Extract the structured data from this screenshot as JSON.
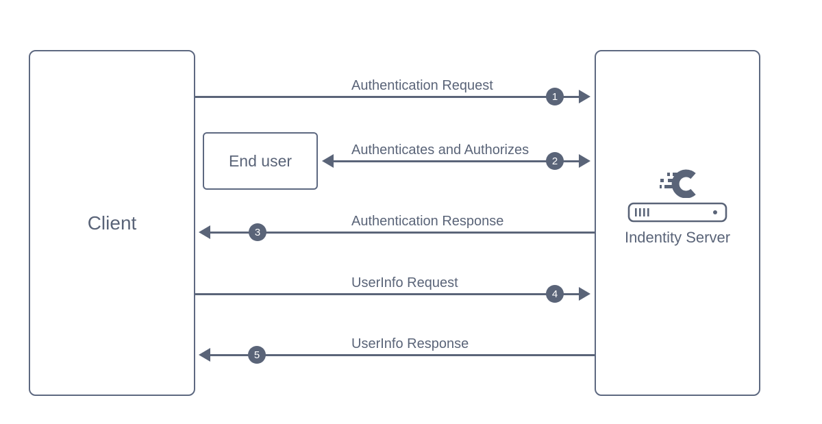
{
  "nodes": {
    "client": {
      "label": "Client"
    },
    "end_user": {
      "label": "End user"
    },
    "identity_server": {
      "label": "Indentity Server"
    }
  },
  "flows": [
    {
      "step": "1",
      "label": "Authentication Request",
      "from": "Client",
      "to": "Indentity Server",
      "direction": "right"
    },
    {
      "step": "2",
      "label": "Authenticates and Authorizes",
      "from": "End user",
      "to": "Indentity Server",
      "direction": "both"
    },
    {
      "step": "3",
      "label": "Authentication Response",
      "from": "Indentity Server",
      "to": "Client",
      "direction": "left"
    },
    {
      "step": "4",
      "label": "UserInfo Request",
      "from": "Client",
      "to": "Indentity Server",
      "direction": "right"
    },
    {
      "step": "5",
      "label": "UserInfo Response",
      "from": "Indentity Server",
      "to": "Client",
      "direction": "left"
    }
  ],
  "icons": {
    "logo": "identityserver-logo",
    "rack": "server-rack"
  },
  "colors": {
    "stroke": "#5a6478",
    "box_border": "#5d6880",
    "badge_bg": "#5a6478",
    "badge_text": "#ffffff",
    "background": "#ffffff"
  }
}
